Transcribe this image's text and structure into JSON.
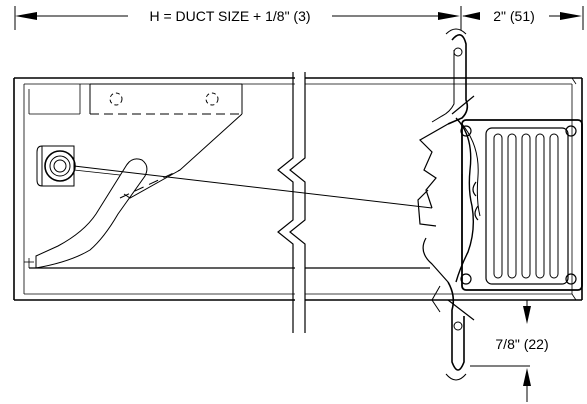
{
  "dimensions": {
    "height_label": "H = DUCT SIZE + 1/8\" (3)",
    "depth_label": "2\" (51)",
    "offset_label": "7/8\" (22)"
  },
  "colors": {
    "stroke": "#000000",
    "background": "#ffffff"
  }
}
